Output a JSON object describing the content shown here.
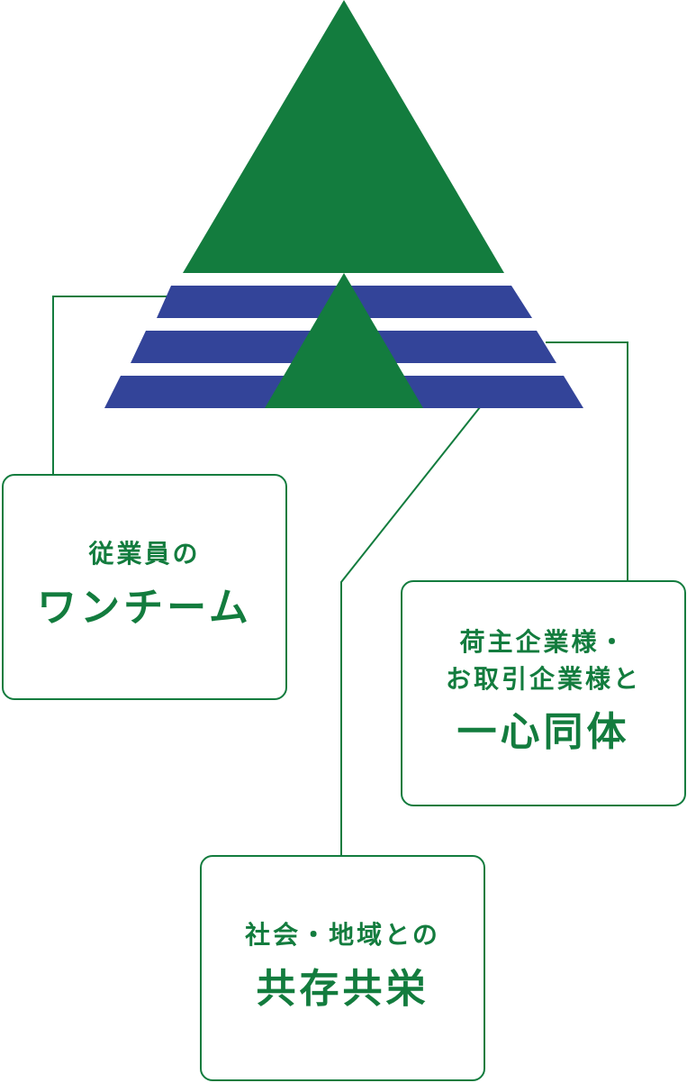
{
  "colors": {
    "green": "#137c3e",
    "blue": "#334499",
    "line": "#137c3e",
    "text": "#137c3e"
  },
  "boxes": {
    "employees": {
      "sub_lines": [
        "従業員の"
      ],
      "main": "ワンチーム"
    },
    "partners": {
      "sub_lines": [
        "荷主企業様・",
        "お取引企業様と"
      ],
      "main": "一心同体"
    },
    "community": {
      "sub_lines": [
        "社会・地域との"
      ],
      "main": "共存共栄"
    }
  }
}
